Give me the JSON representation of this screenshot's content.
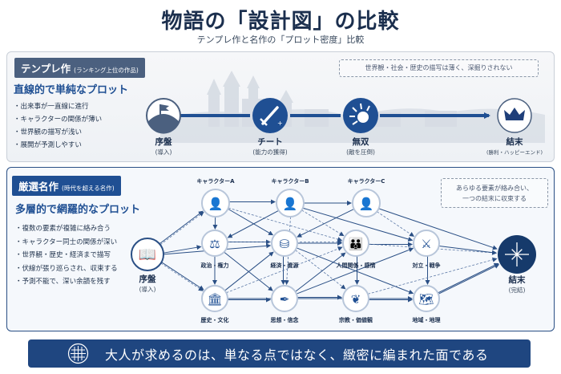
{
  "header": {
    "title": "物語の「設計図」の比較",
    "subtitle": "テンプレ作と名作の「プロット密度」比較"
  },
  "template_work": {
    "tag": "テンプレ作",
    "tag_note": "(ランキング上位の作品)",
    "heading": "直線的で単純なプロット",
    "bullets": [
      "出来事が一直線に進行",
      "キャラクターの関係が薄い",
      "世界観の描写が浅い",
      "展開が予測しやすい"
    ],
    "note": "世界観・社会・歴史の描写は薄く、深掘りされない",
    "timeline": [
      {
        "icon": "flag-hill-icon",
        "label": "序盤",
        "sub": "(導入)"
      },
      {
        "icon": "sword-icon",
        "label": "チート",
        "sub": "(能力の獲得)"
      },
      {
        "icon": "burst-icon",
        "label": "無双",
        "sub": "(敵を圧倒)"
      },
      {
        "icon": "crown-icon",
        "label": "結末",
        "sub": "(勝利・ハッピーエンド)"
      }
    ]
  },
  "masterpiece": {
    "tag": "厳選名作",
    "tag_note": "(時代を超える名作)",
    "heading": "多層的で網羅的なプロット",
    "bullets": [
      "複数の要素が複雑に絡み合う",
      "キャラクター同士の関係が深い",
      "世界観・歴史・経済まで描写",
      "伏線が張り巡らされ、収束する",
      "予測不能で、深い余韻を残す"
    ],
    "note_line1": "あらゆる要素が絡み合い、",
    "note_line2": "一つの結末に収束する",
    "start": {
      "label": "序盤",
      "sub": "(導入)"
    },
    "end": {
      "label": "結末",
      "sub": "(完結)"
    },
    "characters": [
      "キャラクターA",
      "キャラクターB",
      "キャラクターC"
    ],
    "elements_row1": [
      "政治・権力",
      "経済・資源",
      "人間関係・感情",
      "対立・戦争"
    ],
    "elements_row2": [
      "歴史・文化",
      "思想・信念",
      "宗教・価値観",
      "地域・地理"
    ]
  },
  "banner": {
    "text": "大人が求めるのは、単なる点ではなく、緻密に編まれた面である"
  },
  "colors": {
    "navy": "#1b2f4e",
    "accent": "#1f4f93",
    "slate": "#4b607f",
    "dark_node": "#163a6b"
  }
}
